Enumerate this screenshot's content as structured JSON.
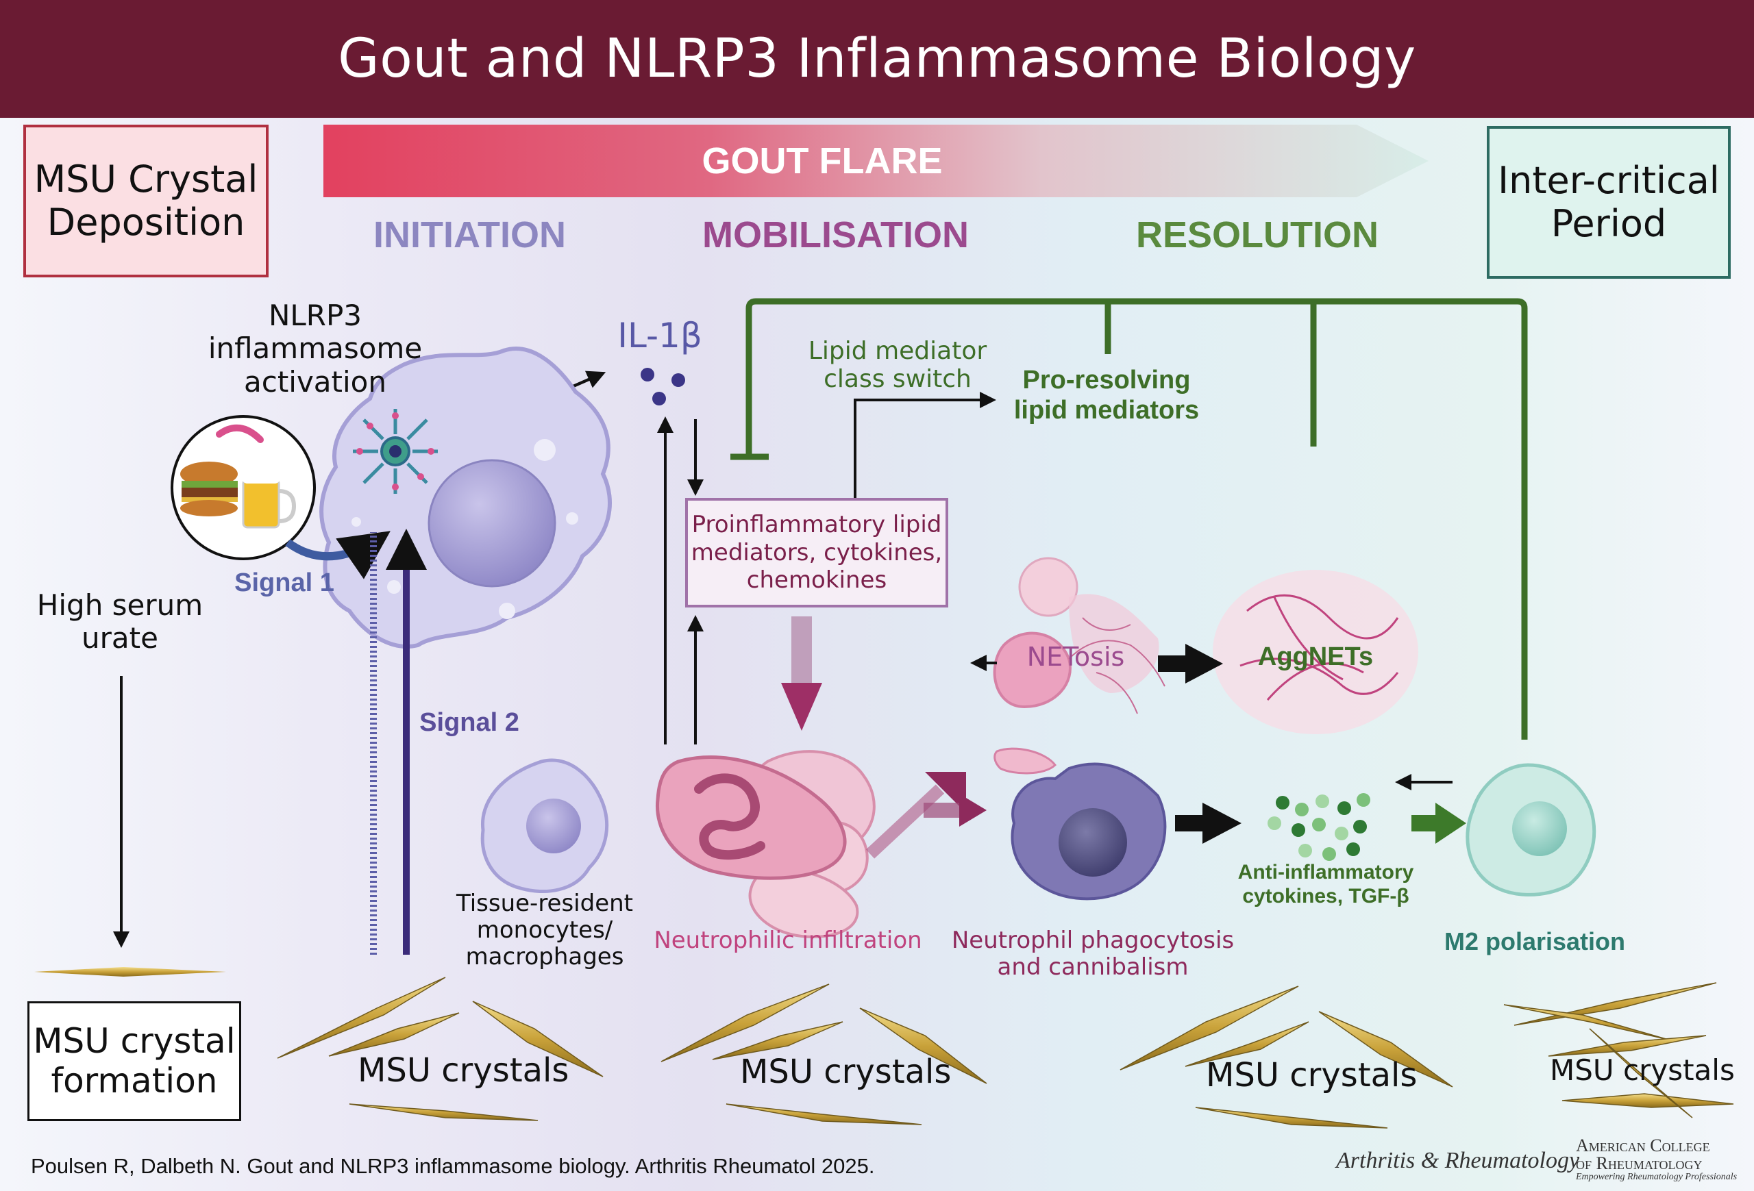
{
  "title": "Gout and NLRP3 Inflammasome Biology",
  "boxes": {
    "msu_deposition": "MSU Crystal\nDeposition",
    "inter_critical": "Inter-critical\nPeriod",
    "msu_formation": "MSU crystal\nformation",
    "proinflammatory": "Proinflammatory lipid\nmediators, cytokines,\nchemokines"
  },
  "banner": {
    "label": "GOUT FLARE"
  },
  "phases": {
    "initiation": "INITIATION",
    "mobilisation": "MOBILISATION",
    "resolution": "RESOLUTION"
  },
  "labels": {
    "nlrp3": "NLRP3\ninflammasome\nactivation",
    "il1b": "IL-1β",
    "lipid_switch": "Lipid mediator\nclass switch",
    "pro_resolving": "Pro-resolving\nlipid mediators",
    "signal1": "Signal 1",
    "signal2": "Signal 2",
    "high_urate": "High serum\nurate",
    "tissue_resident": "Tissue-resident\nmonocytes/\nmacrophages",
    "netosis": "NETosis",
    "aggnets": "AggNETs",
    "neutrophilic": "Neutrophilic infiltration",
    "phagocytosis": "Neutrophil phagocytosis\nand cannibalism",
    "anti_inflammatory": "Anti-inflammatory\ncytokines, TGF-β",
    "m2": "M2 polarisation"
  },
  "crystals": [
    "MSU crystals",
    "MSU crystals",
    "MSU crystals",
    "MSU crystals"
  ],
  "citation": "Poulsen R, Dalbeth N. Gout and NLRP3 inflammasome biology. Arthritis Rheumatol 2025.",
  "journal": "Arthritis & Rheumatology",
  "acr": {
    "line1": "American College",
    "line2": "of Rheumatology",
    "line3": "Empowering Rheumatology Professionals"
  },
  "colors": {
    "header": "#6a1b33",
    "initiation": "#8c86c0",
    "mobilisation": "#9b4a8e",
    "resolution": "#5a8a3e",
    "dark_green": "#3d6e27",
    "box_red": "#b03040",
    "box_teal": "#2d6b62",
    "purple_arrow": "#3b2b7a",
    "magenta_arrow": "#8e2a5c"
  }
}
